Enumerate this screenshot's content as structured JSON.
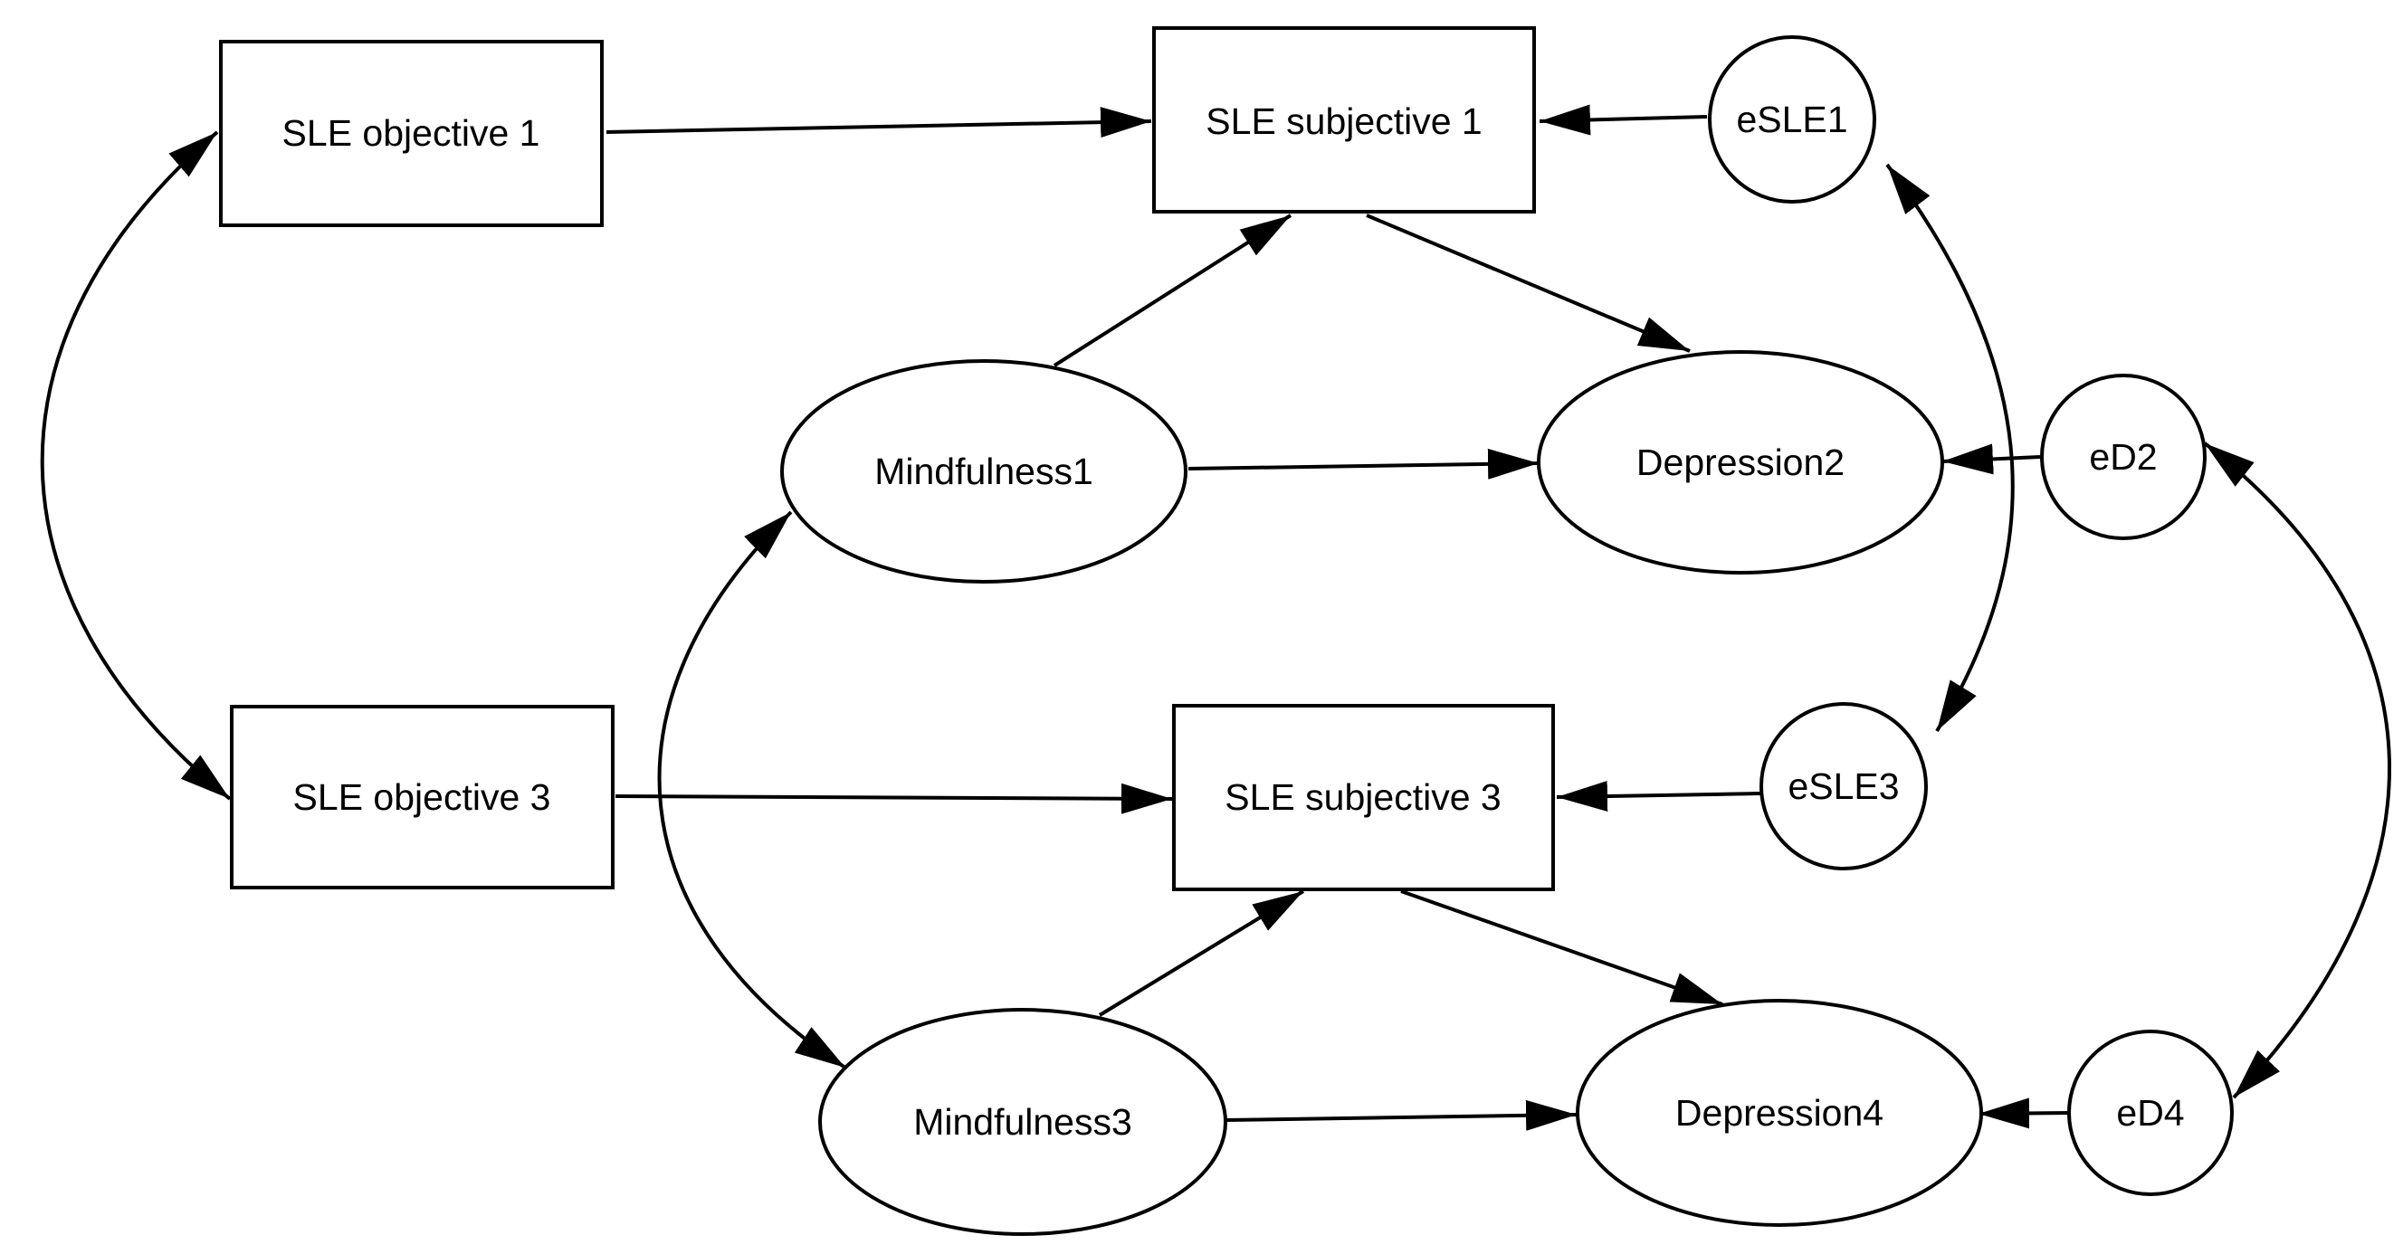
{
  "diagram": {
    "nodes": {
      "sle_obj_1": "SLE objective 1",
      "sle_subj_1": "SLE subjective 1",
      "esle1": "eSLE1",
      "mindfulness1": "Mindfulness1",
      "depression2": "Depression2",
      "ed2": "eD2",
      "sle_obj_3": "SLE objective 3",
      "sle_subj_3": "SLE subjective 3",
      "esle3": "eSLE3",
      "mindfulness3": "Mindfulness3",
      "depression4": "Depression4",
      "ed4": "eD4"
    }
  }
}
